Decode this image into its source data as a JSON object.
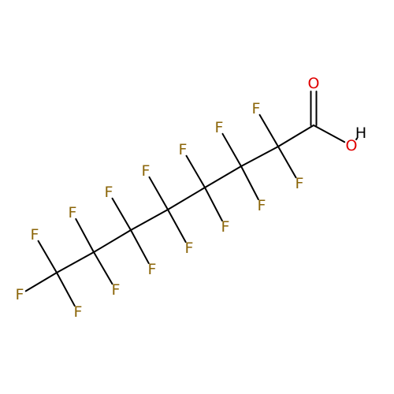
{
  "molecule": {
    "colors": {
      "bond": "#000000",
      "F": "#8B6508",
      "O": "#E00000",
      "H": "#000000",
      "background": "#FFFFFF"
    },
    "atoms": [
      {
        "id": "O1",
        "symbol": "O"
      },
      {
        "id": "O2",
        "symbol": "O"
      },
      {
        "id": "H1",
        "symbol": "H"
      },
      {
        "id": "F1",
        "symbol": "F"
      },
      {
        "id": "F2",
        "symbol": "F"
      },
      {
        "id": "F3",
        "symbol": "F"
      },
      {
        "id": "F4",
        "symbol": "F"
      },
      {
        "id": "F5",
        "symbol": "F"
      },
      {
        "id": "F6",
        "symbol": "F"
      },
      {
        "id": "F7",
        "symbol": "F"
      },
      {
        "id": "F8",
        "symbol": "F"
      },
      {
        "id": "F9",
        "symbol": "F"
      },
      {
        "id": "F10",
        "symbol": "F"
      },
      {
        "id": "F11",
        "symbol": "F"
      },
      {
        "id": "F12",
        "symbol": "F"
      },
      {
        "id": "F13",
        "symbol": "F"
      },
      {
        "id": "F14",
        "symbol": "F"
      },
      {
        "id": "F15",
        "symbol": "F"
      }
    ]
  }
}
